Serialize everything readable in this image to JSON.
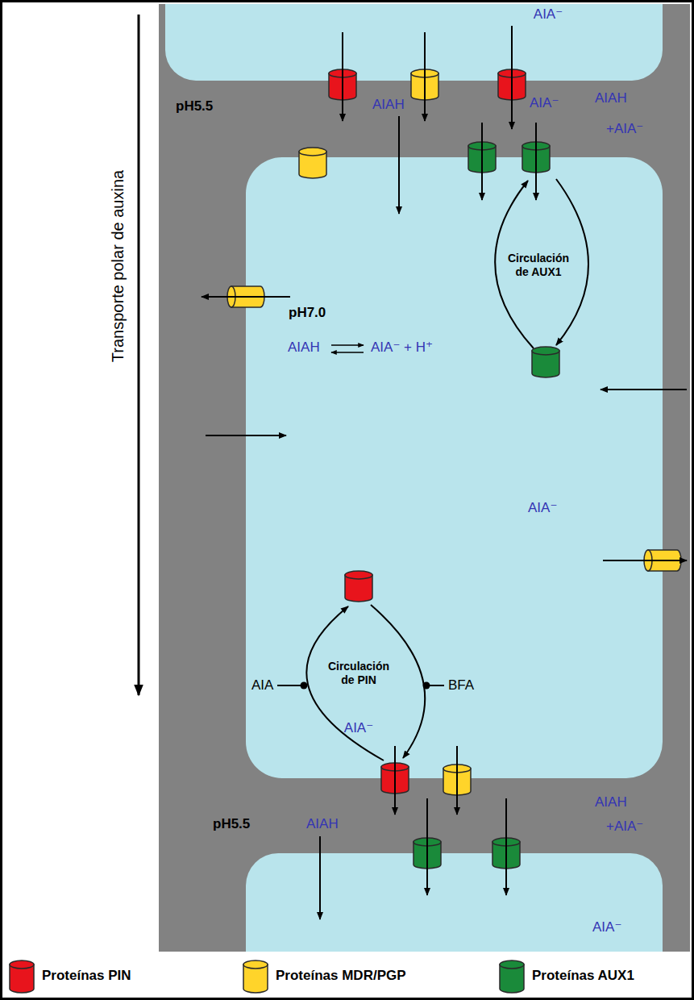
{
  "diagram": {
    "nodes": [
      {
        "text": [
          "AIA⁻"
        ]
      },
      {
        "text": [
          "Circulación de AUX1",
          "pH7.0",
          "AIAH",
          "AIA⁻ + H⁺",
          "AIA⁻",
          "Circulación de PIN",
          "AIA",
          "BFA",
          "AIA⁻"
        ]
      },
      {
        "text": [
          "AIA⁻"
        ]
      }
    ],
    "labels": [
      "Transporte polar de auxina",
      "pH5.5",
      "AIAH",
      "AIA⁻",
      "AIAH",
      "+AIA⁻",
      "pH5.5",
      "AIAH",
      "AIAH",
      "+AIA⁻"
    ],
    "legend": [
      {
        "text": "Proteínas PIN",
        "color": "#e8141c"
      },
      {
        "text": "Proteínas MDR/PGP",
        "color": "#ffd42a"
      },
      {
        "text": "Proteínas AUX1",
        "color": "#1a8a3a"
      }
    ]
  }
}
